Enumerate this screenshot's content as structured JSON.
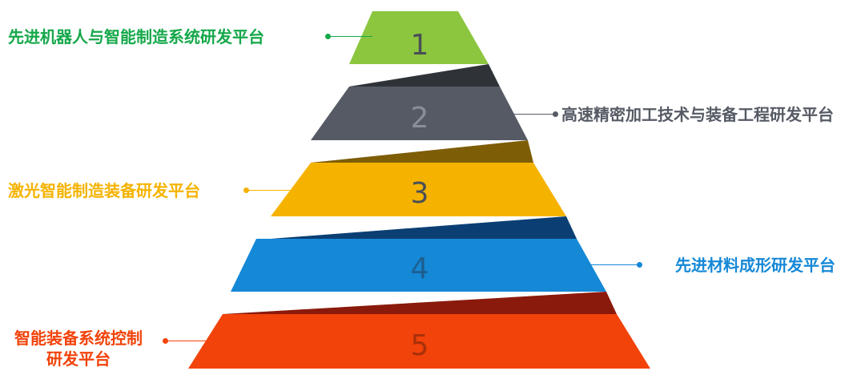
{
  "levels": [
    {
      "number": "1",
      "color": "#8cc63f",
      "shadow": "#2f3338",
      "label": "先进机器人与智能制造系统研发平台",
      "label_color": "#15a84a"
    },
    {
      "number": "2",
      "color": "#555a64",
      "shadow": "#7d5d06",
      "label": "高速精密加工技术与装备工程研发平台",
      "label_color": "#555a64"
    },
    {
      "number": "3",
      "color": "#f5b300",
      "shadow": "#0b3f73",
      "label": "激光智能制造装备研发平台",
      "label_color": "#f5b300"
    },
    {
      "number": "4",
      "color": "#1588d6",
      "shadow": "#8a1a0b",
      "label": "先进材料成形研发平台",
      "label_color": "#1588d6"
    },
    {
      "number": "5",
      "color": "#f2430a",
      "shadow": null,
      "label_lines": [
        "智能装备系统控制",
        "研发平台"
      ],
      "label_color": "#f2430a"
    }
  ]
}
